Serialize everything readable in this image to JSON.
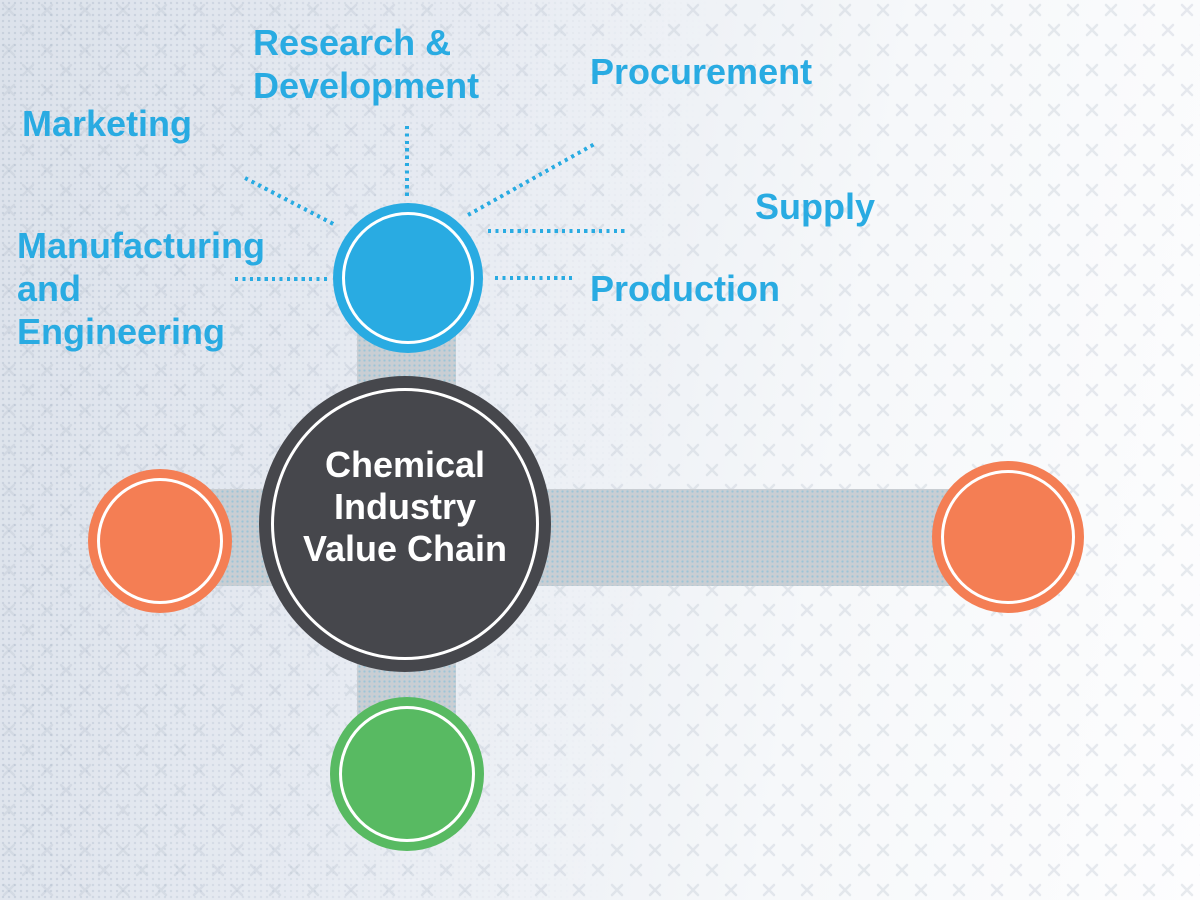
{
  "diagram": {
    "title": "Chemical Industry Value Chain",
    "hub": {
      "line1": "Chemical",
      "line2": "Industry",
      "line3": "Value Chain",
      "fill_color": "#46474C",
      "text_color": "#FFFFFF"
    },
    "nodes": [
      {
        "position": "top",
        "fill_color": "#29ABE2"
      },
      {
        "position": "left",
        "fill_color": "#F47E54"
      },
      {
        "position": "right",
        "fill_color": "#F47E54"
      },
      {
        "position": "bottom",
        "fill_color": "#58BA62"
      }
    ],
    "labels": {
      "research_development": {
        "line1": "Research &",
        "line2": "Development"
      },
      "procurement": {
        "text": "Procurement"
      },
      "marketing": {
        "text": "Marketing"
      },
      "supply": {
        "text": "Supply"
      },
      "manufacturing_engineering": {
        "line1": "Manufacturing",
        "line2": "and",
        "line3": "Engineering"
      },
      "production": {
        "text": "Production"
      }
    },
    "label_color": "#29ABE2",
    "connector_color": "#C9CED3"
  }
}
